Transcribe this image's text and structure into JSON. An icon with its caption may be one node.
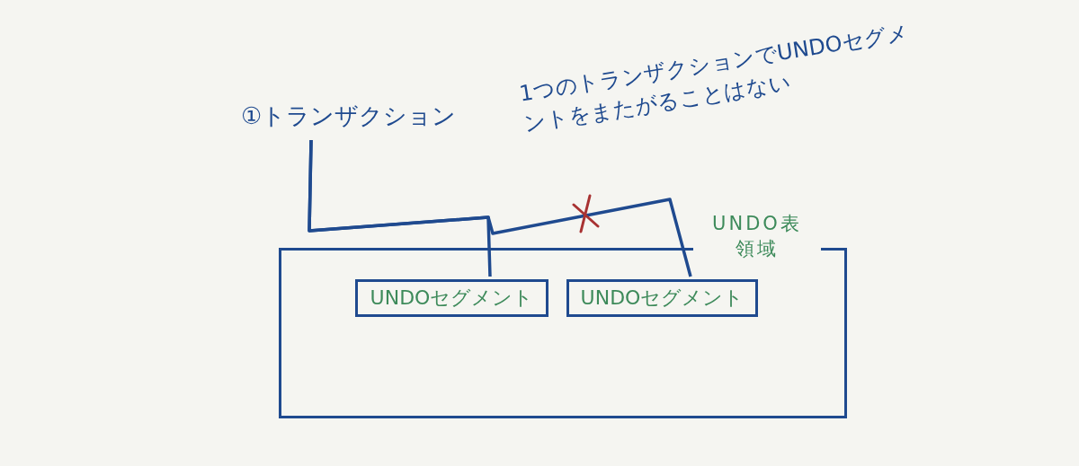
{
  "diagram": {
    "nodes": [
      {
        "text": [
          "UNDO表領域"
        ]
      },
      {
        "text": [
          "UNDOセグメント"
        ],
        "in": 0
      },
      {
        "text": [
          "UNDOセグメント"
        ],
        "in": 0
      },
      {
        "text": [
          "①トランザクション"
        ]
      }
    ],
    "edges": [
      {
        "from": 3,
        "to": 1,
        "arrow": "none"
      },
      {
        "from": 3,
        "to": 2,
        "arrow": "none"
      }
    ],
    "labels": [
      "1つのトランザクションでUNDOセグメントをまたがることはない"
    ]
  }
}
